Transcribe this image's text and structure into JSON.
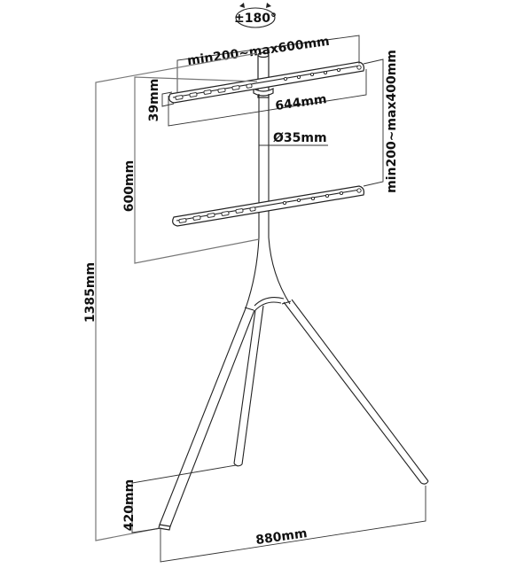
{
  "diagram": {
    "subject": "Tripod easel TV floor stand – dimension drawing",
    "rotation_label": "±180°",
    "dimensions": {
      "vesa_horizontal": "min200~max600mm",
      "bracket_length": "644mm",
      "bracket_height": "39mm",
      "vesa_vertical": "min200~max400mm",
      "pole_diameter": "Ø35mm",
      "bracket_span": "600mm",
      "total_height": "1385mm",
      "leg_depth": "420mm",
      "leg_width": "880mm"
    },
    "colors": {
      "line": "#222222",
      "dimension_line": "#777777",
      "background": "#ffffff"
    }
  }
}
